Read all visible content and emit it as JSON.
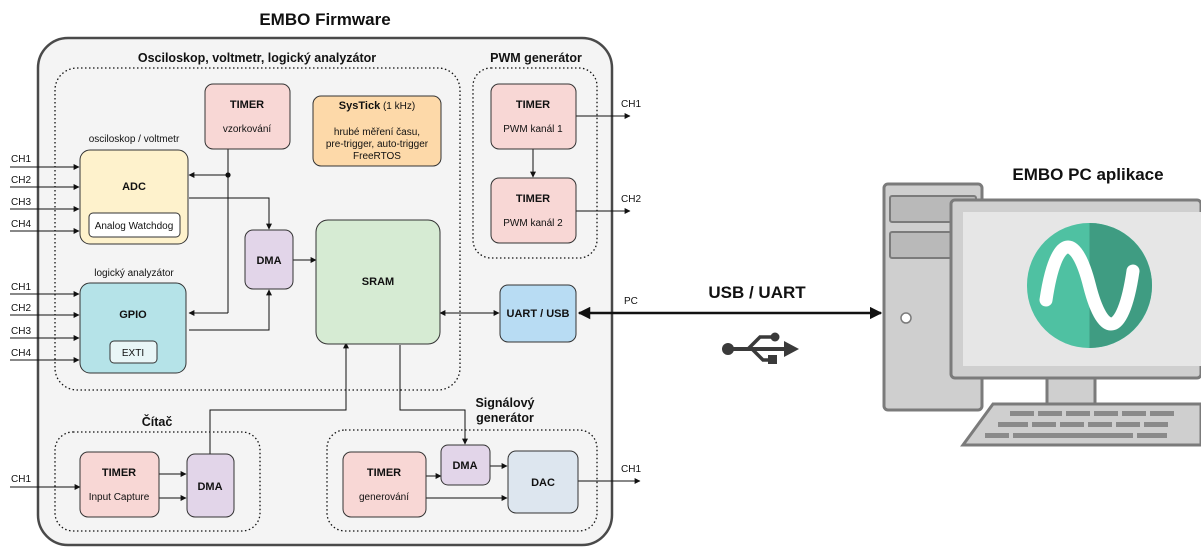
{
  "firmware_title": "EMBO Firmware",
  "pc_title": "EMBO PC aplikace",
  "link_label": "USB / UART",
  "groups": {
    "osc": "Osciloskop, voltmetr, logický analyzátor",
    "pwm": "PWM generátor",
    "counter": "Čítač",
    "siggen_line1": "Signálový",
    "siggen_line2": "generátor"
  },
  "sublabels": {
    "osc_voltmeter": "osciloskop / voltmetr",
    "logic_analyzer": "logický analyzátor"
  },
  "blocks": {
    "timer_sampling": {
      "title": "TIMER",
      "sub": "vzorkování"
    },
    "systick": {
      "title": "SysTick",
      "title_suffix": " (1 kHz)",
      "lines": [
        "hrubé měření času,",
        "pre-trigger, auto-trigger",
        "FreeRTOS"
      ]
    },
    "adc": {
      "title": "ADC",
      "inner": "Analog Watchdog"
    },
    "dma_main": {
      "title": "DMA"
    },
    "sram": {
      "title": "SRAM"
    },
    "gpio": {
      "title": "GPIO",
      "inner": "EXTI"
    },
    "uart_usb": {
      "title": "UART / USB"
    },
    "pwm1": {
      "title": "TIMER",
      "sub": "PWM kanál 1"
    },
    "pwm2": {
      "title": "TIMER",
      "sub": "PWM kanál 2"
    },
    "timer_capture": {
      "title": "TIMER",
      "sub": "Input Capture"
    },
    "dma_counter": {
      "title": "DMA"
    },
    "timer_gen": {
      "title": "TIMER",
      "sub": "generování"
    },
    "dma_gen": {
      "title": "DMA"
    },
    "dac": {
      "title": "DAC"
    }
  },
  "pins": {
    "adc_in": [
      "CH1",
      "CH2",
      "CH3",
      "CH4"
    ],
    "gpio_in": [
      "CH1",
      "CH2",
      "CH3",
      "CH4"
    ],
    "pwm_out1": "CH1",
    "pwm_out2": "CH2",
    "counter_in": "CH1",
    "dac_out": "CH1",
    "pc": "PC"
  },
  "colors": {
    "timer": "#f8d7d5",
    "adc": "#fef2cc",
    "systick": "#fdd9a9",
    "dma": "#e2d5e9",
    "sram": "#d6ebd3",
    "gpio": "#b5e3e8",
    "uart": "#b8dcf3",
    "dac": "#dde6ef",
    "panel": "#f4f4f4",
    "border": "#4a4a4a",
    "logo_light": "#4fc1a2",
    "logo_dark": "#3f9c82"
  }
}
